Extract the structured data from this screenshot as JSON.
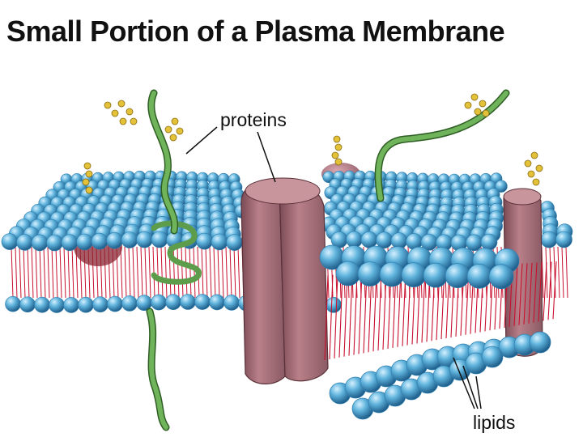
{
  "title": "Small Portion of a Plasma Membrane",
  "labels": {
    "proteins": "proteins",
    "lipids": "lipids"
  },
  "colors": {
    "lipid_head": "#5fb3dc",
    "lipid_head_dark": "#2f7fb0",
    "lipid_tail": "#c8102e",
    "protein": "#a8707a",
    "protein_dark": "#7a4a55",
    "protein_light": "#c9959d",
    "carbohydrate_strand": "#5c9c4a",
    "sugar_bead": "#e3c23a"
  }
}
